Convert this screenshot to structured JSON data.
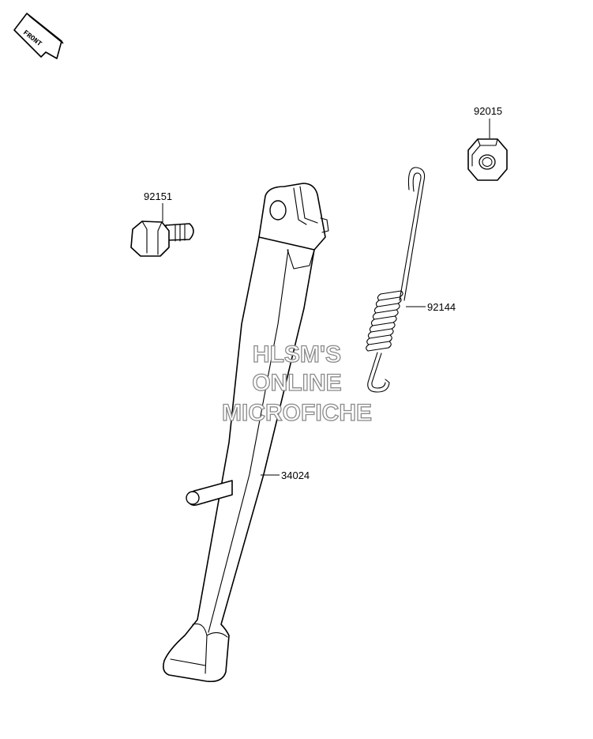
{
  "front_badge": {
    "label": "FRONT"
  },
  "parts": [
    {
      "id": "part-92015",
      "number": "92015",
      "name": "nut"
    },
    {
      "id": "part-92151",
      "number": "92151",
      "name": "bolt"
    },
    {
      "id": "part-92144",
      "number": "92144",
      "name": "spring"
    },
    {
      "id": "part-34024",
      "number": "34024",
      "name": "side-stand"
    }
  ],
  "watermark": {
    "line1": "HLSM'S",
    "line2": "ONLINE",
    "line3": "MICROFICHE"
  }
}
